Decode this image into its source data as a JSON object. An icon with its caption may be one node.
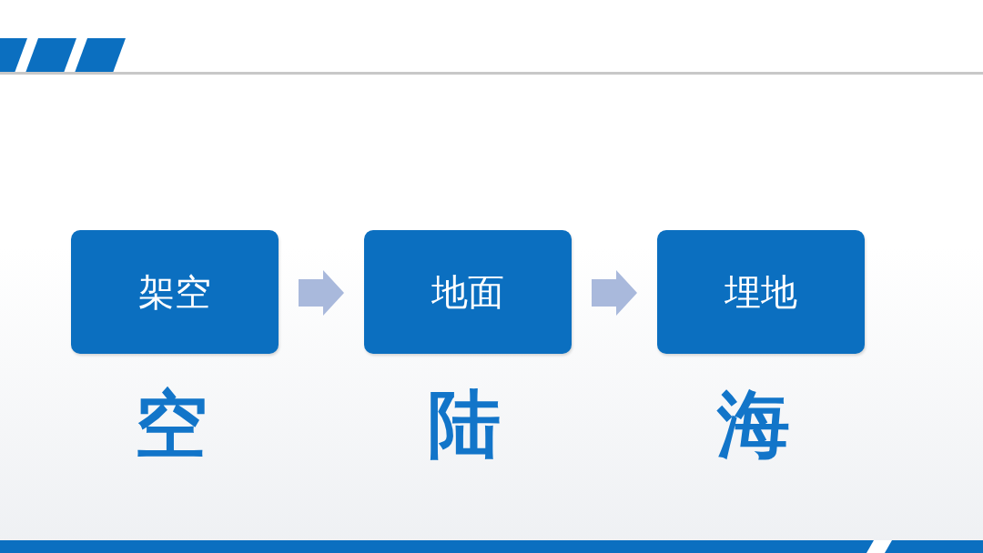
{
  "diagram": {
    "nodes": [
      {
        "text": [
          "架空"
        ],
        "beside": [
          "空"
        ]
      },
      {
        "text": [
          "地面"
        ],
        "beside": [
          "陆"
        ]
      },
      {
        "text": [
          "埋地"
        ],
        "beside": [
          "海"
        ]
      }
    ],
    "edges": [
      {
        "from": 0,
        "to": 1,
        "arrow": "to"
      },
      {
        "from": 1,
        "to": 2,
        "arrow": "to"
      }
    ]
  }
}
